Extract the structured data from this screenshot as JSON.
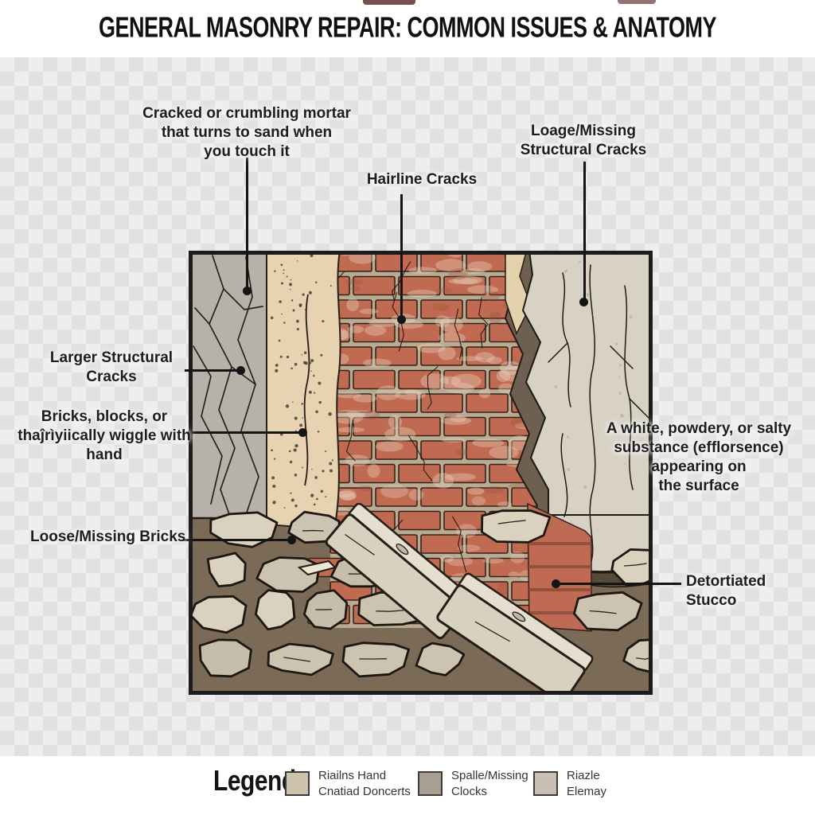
{
  "title": "GENERAL MASONRY REPAIR: COMMON ISSUES & ANATOMY",
  "annotations": {
    "cracked_mortar": "Cracked or crumbling mortar\nthat turns to sand when\nyou touch it",
    "hairline": "Hairline Cracks",
    "loose_structural": "Loage/Missing\nStructural Cracks",
    "larger_structural": "Larger Structural\nCracks",
    "wiggling_bricks": "Bricks, blocks, or\nthaĵrìyiically wiggle with\nhand",
    "loose_bricks": "Loose/Missing Bricks",
    "efflorescence": "A white, powdery, or salty\nsubstance (efflorsence)\nappearing on\nthe surface",
    "deteriorated_stucco": "Detortiated\nStucco"
  },
  "legend": {
    "heading": "Legend",
    "items": [
      {
        "label": "Riailns Hand\nCnatiad Doncerts",
        "color": "#cdc2ac"
      },
      {
        "label": "Spalle/Missing\nClocks",
        "color": "#a99f90"
      },
      {
        "label": "Riazle\nElemay",
        "color": "#c9c0b1"
      }
    ]
  },
  "colors": {
    "brick": "#c06a52",
    "brick_mortar_joint": "#b9aa92",
    "old_mortar_strip": "#e7d3b1",
    "concrete_panel": "#b6b2a9",
    "stucco_panel": "#d7d2c4",
    "structural_crack": "#6e6050",
    "rubble_mortar": "#7b6a56",
    "stone": "#d4cab8",
    "pointer": "#141414",
    "checker_light": "#eeeeee",
    "checker_dark": "#e1e1e1",
    "title_smudge": "#4a1412"
  }
}
